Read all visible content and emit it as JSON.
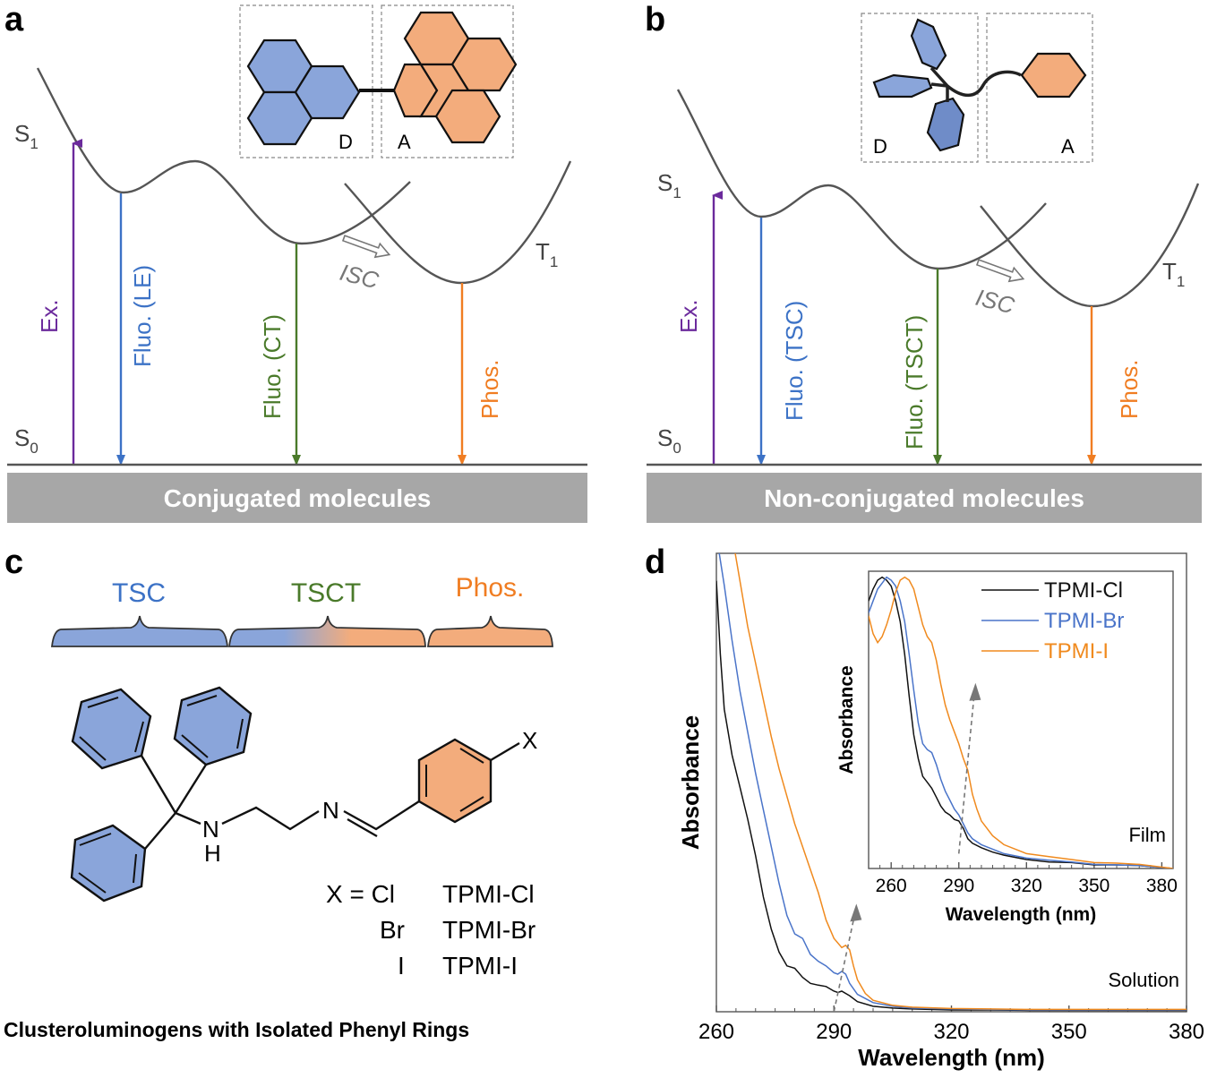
{
  "colors": {
    "blue": "#3c72c6",
    "green": "#4a7a2a",
    "orange": "#f07d22",
    "purple": "#6b2a9c",
    "grey_curve": "#555555",
    "bar": "#a7a7a7",
    "ring_blue": "#8aa5da",
    "ring_orange": "#f3ac7c"
  },
  "panel_a": {
    "label": "a",
    "s1": "S",
    "s1_sub": "1",
    "s0": "S",
    "s0_sub": "0",
    "t1": "T",
    "t1_sub": "1",
    "ex": "Ex.",
    "fluo_le": "Fluo. (LE)",
    "fluo_ct": "Fluo. (CT)",
    "phos": "Phos.",
    "isc": "ISC",
    "donor": "D",
    "acceptor": "A",
    "bar_text": "Conjugated molecules"
  },
  "panel_b": {
    "label": "b",
    "s1": "S",
    "s1_sub": "1",
    "s0": "S",
    "s0_sub": "0",
    "t1": "T",
    "t1_sub": "1",
    "ex": "Ex.",
    "fluo_tsc": "Fluo. (TSC)",
    "fluo_tsct": "Fluo. (TSCT)",
    "phos": "Phos.",
    "isc": "ISC",
    "donor": "D",
    "acceptor": "A",
    "bar_text": "Non-conjugated molecules"
  },
  "panel_c": {
    "label": "c",
    "tsc": "TSC",
    "tsct": "TSCT",
    "phos": "Phos.",
    "atom_n": "N",
    "atom_nh_n": "N",
    "atom_nh_h": "H",
    "atom_x": "X",
    "x_cl": "X = Cl",
    "x_br": "Br",
    "x_i": "I",
    "name_cl": "TPMI-Cl",
    "name_br": "TPMI-Br",
    "name_i": "TPMI-I",
    "caption": "Clusteroluminogens with Isolated Phenyl Rings"
  },
  "panel_d": {
    "label": "d"
  },
  "chart_data": [
    {
      "type": "line",
      "name": "solution",
      "annotation": "Solution",
      "xlabel": "Wavelength (nm)",
      "ylabel": "Absorbance",
      "xlim": [
        260,
        380
      ],
      "ylim": [
        0,
        1
      ],
      "xticks": [
        260,
        290,
        320,
        350,
        380
      ],
      "series": [
        {
          "name": "TPMI-Cl",
          "color": "#111111",
          "x": [
            260,
            261,
            262,
            264,
            266,
            268,
            270,
            272,
            274,
            276,
            278,
            280,
            282,
            284,
            286,
            288,
            290,
            291,
            292,
            294,
            296,
            300,
            305,
            310,
            320,
            330,
            340,
            350,
            360,
            370,
            380
          ],
          "y": [
            0.94,
            0.78,
            0.66,
            0.56,
            0.49,
            0.42,
            0.34,
            0.25,
            0.18,
            0.13,
            0.1,
            0.095,
            0.075,
            0.062,
            0.058,
            0.055,
            0.045,
            0.042,
            0.045,
            0.035,
            0.022,
            0.012,
            0.008,
            0.006,
            0.004,
            0.004,
            0.003,
            0.003,
            0.003,
            0.003,
            0.003
          ]
        },
        {
          "name": "TPMI-Br",
          "color": "#4a74c9",
          "x": [
            260,
            262,
            264,
            266,
            268,
            270,
            272,
            274,
            276,
            278,
            280,
            282,
            284,
            286,
            288,
            290,
            291,
            292,
            293,
            294,
            296,
            300,
            305,
            310,
            320,
            330,
            340,
            350,
            360,
            370,
            380
          ],
          "y": [
            1.04,
            0.93,
            0.81,
            0.7,
            0.61,
            0.52,
            0.44,
            0.36,
            0.28,
            0.21,
            0.17,
            0.16,
            0.125,
            0.11,
            0.1,
            0.085,
            0.082,
            0.088,
            0.082,
            0.062,
            0.038,
            0.02,
            0.012,
            0.008,
            0.006,
            0.005,
            0.004,
            0.004,
            0.004,
            0.004,
            0.004
          ]
        },
        {
          "name": "TPMI-I",
          "color": "#f08a1e",
          "x": [
            264,
            266,
            268,
            270,
            272,
            274,
            276,
            278,
            280,
            282,
            284,
            286,
            288,
            290,
            292,
            293,
            294,
            295,
            296,
            298,
            300,
            305,
            310,
            320,
            330,
            340,
            350,
            360,
            370,
            380
          ],
          "y": [
            1.04,
            0.94,
            0.84,
            0.76,
            0.68,
            0.6,
            0.53,
            0.47,
            0.41,
            0.36,
            0.31,
            0.26,
            0.2,
            0.16,
            0.14,
            0.145,
            0.135,
            0.1,
            0.07,
            0.04,
            0.025,
            0.014,
            0.01,
            0.007,
            0.006,
            0.005,
            0.005,
            0.005,
            0.005,
            0.005
          ]
        }
      ]
    },
    {
      "type": "line",
      "name": "film-inset",
      "annotation": "Film",
      "xlabel": "Wavelength (nm)",
      "ylabel": "Absorbance",
      "xlim": [
        250,
        385
      ],
      "ylim": [
        0,
        1
      ],
      "xticks": [
        260,
        290,
        320,
        350,
        380
      ],
      "legend": "top-right",
      "series": [
        {
          "name": "TPMI-Cl",
          "color": "#111111",
          "x": [
            250,
            252,
            254,
            256,
            258,
            260,
            262,
            264,
            266,
            268,
            270,
            272,
            274,
            276,
            278,
            280,
            282,
            284,
            286,
            288,
            290,
            292,
            294,
            296,
            300,
            305,
            310,
            320,
            330,
            340,
            350,
            360,
            370,
            385
          ],
          "y": [
            0.9,
            0.94,
            0.97,
            0.98,
            0.97,
            0.95,
            0.9,
            0.83,
            0.72,
            0.58,
            0.45,
            0.37,
            0.31,
            0.29,
            0.27,
            0.24,
            0.21,
            0.19,
            0.18,
            0.165,
            0.16,
            0.135,
            0.1,
            0.085,
            0.07,
            0.055,
            0.045,
            0.03,
            0.022,
            0.02,
            0.012,
            0.012,
            0.01,
            0.0
          ]
        },
        {
          "name": "TPMI-Br",
          "color": "#4a74c9",
          "x": [
            250,
            252,
            254,
            256,
            258,
            260,
            262,
            264,
            266,
            268,
            270,
            272,
            274,
            276,
            278,
            280,
            282,
            284,
            286,
            288,
            290,
            292,
            294,
            296,
            300,
            305,
            310,
            320,
            330,
            340,
            350,
            360,
            370,
            385
          ],
          "y": [
            0.86,
            0.9,
            0.94,
            0.96,
            0.98,
            0.97,
            0.95,
            0.9,
            0.83,
            0.72,
            0.6,
            0.49,
            0.42,
            0.4,
            0.39,
            0.35,
            0.3,
            0.26,
            0.23,
            0.2,
            0.18,
            0.15,
            0.12,
            0.1,
            0.08,
            0.065,
            0.05,
            0.035,
            0.028,
            0.022,
            0.014,
            0.012,
            0.01,
            0.0
          ]
        },
        {
          "name": "TPMI-I",
          "color": "#f08a1e",
          "x": [
            250,
            252,
            254,
            256,
            258,
            260,
            262,
            264,
            266,
            268,
            270,
            272,
            274,
            276,
            278,
            280,
            282,
            284,
            286,
            288,
            290,
            292,
            294,
            296,
            298,
            300,
            305,
            310,
            320,
            330,
            340,
            350,
            360,
            370,
            385
          ],
          "y": [
            0.85,
            0.79,
            0.76,
            0.78,
            0.82,
            0.87,
            0.93,
            0.97,
            0.98,
            0.97,
            0.94,
            0.88,
            0.82,
            0.78,
            0.76,
            0.7,
            0.62,
            0.55,
            0.5,
            0.46,
            0.42,
            0.37,
            0.33,
            0.25,
            0.2,
            0.16,
            0.11,
            0.08,
            0.05,
            0.04,
            0.03,
            0.02,
            0.018,
            0.014,
            0.0
          ]
        }
      ]
    }
  ]
}
